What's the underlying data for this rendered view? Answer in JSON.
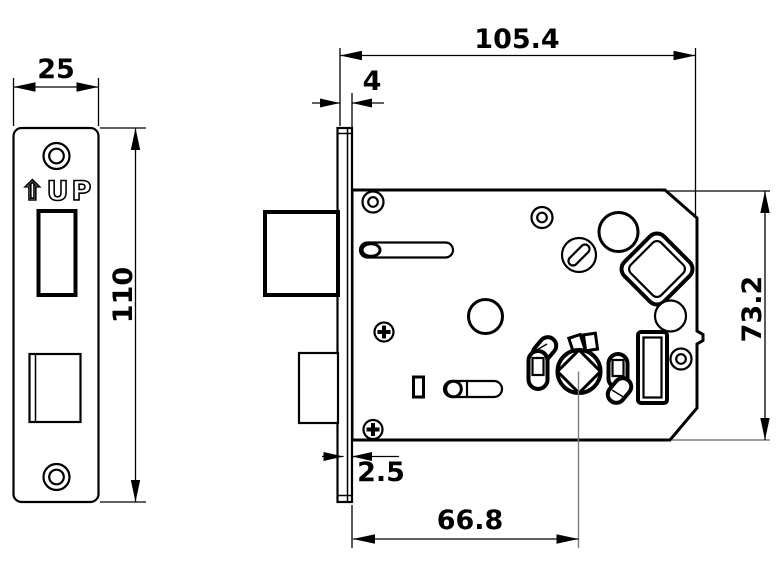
{
  "drawing": {
    "background": "#ffffff",
    "line_color": "#000000",
    "extension_line_color": "#7d7d7d",
    "labels": {
      "faceplate_width": "25",
      "faceplate_height": "110",
      "body_length": "105.4",
      "faceplate_thickness": "4",
      "case_front_offset": "2.5",
      "backset": "66.8",
      "case_height": "73.2",
      "up_marking": "⇧UP"
    }
  }
}
